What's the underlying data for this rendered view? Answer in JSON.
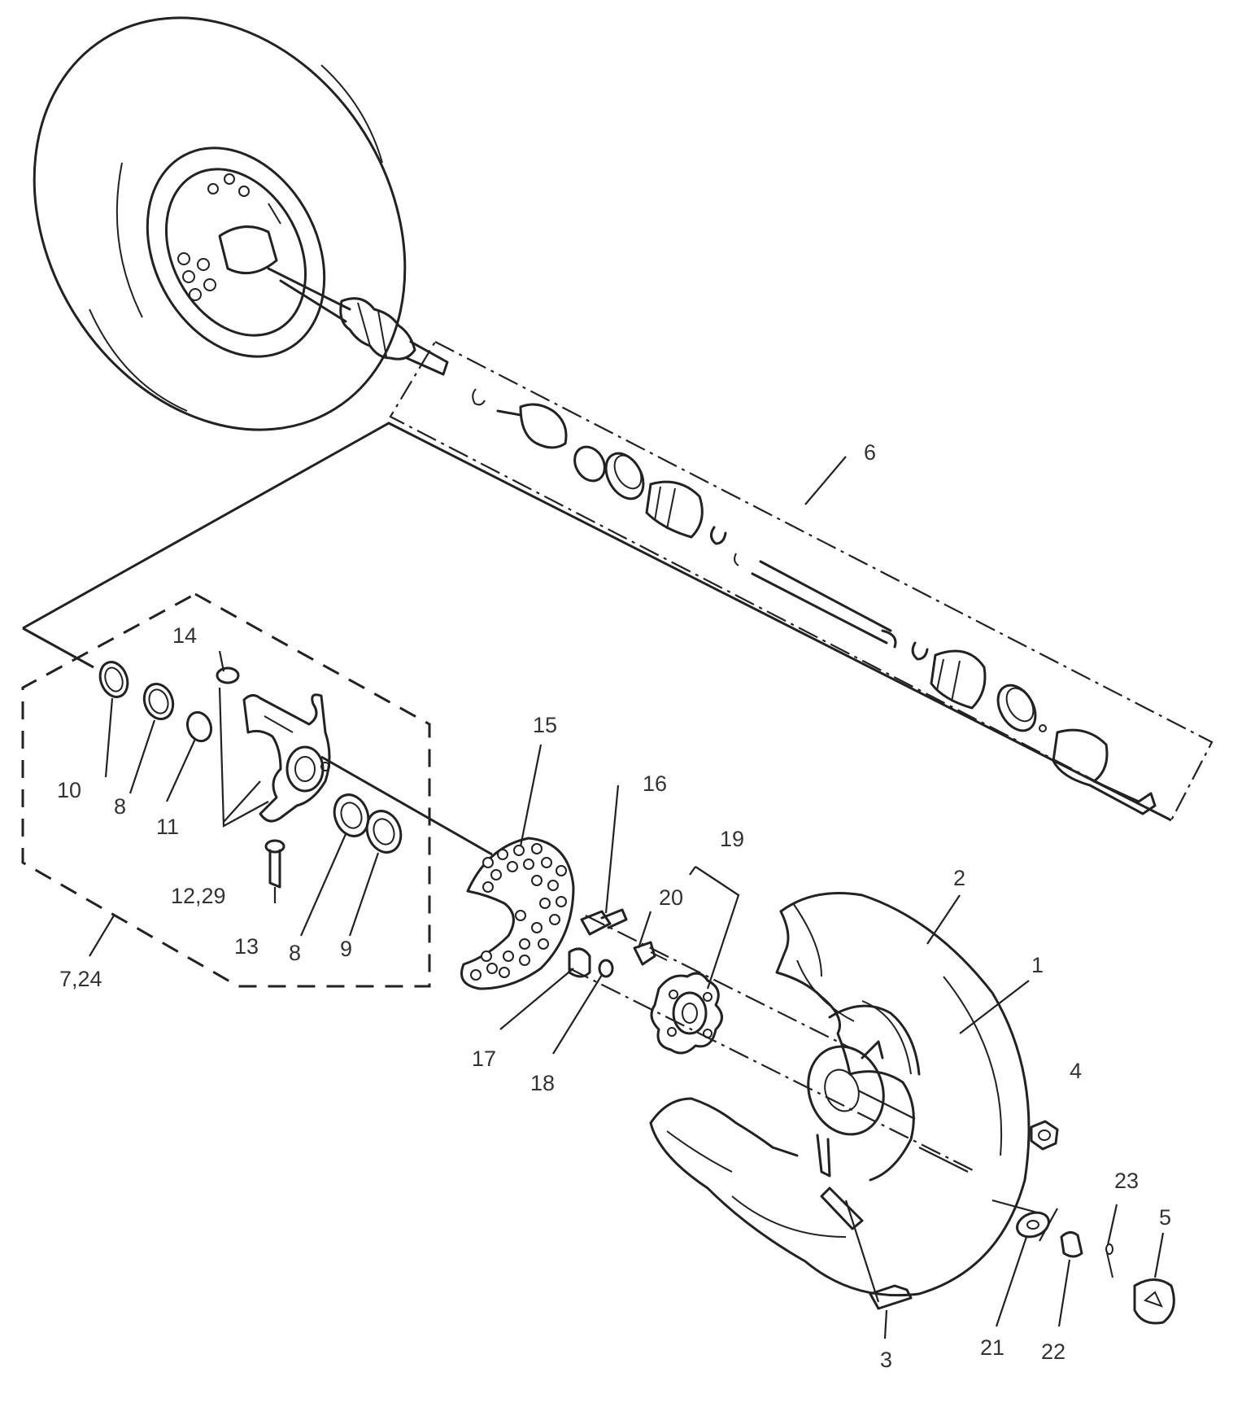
{
  "callouts": {
    "c1": "1",
    "c2": "2",
    "c3": "3",
    "c4": "4",
    "c5": "5",
    "c6": "6",
    "c7_24": "7,24",
    "c8a": "8",
    "c8b": "8",
    "c9": "9",
    "c10": "10",
    "c11": "11",
    "c12_29": "12,29",
    "c13": "13",
    "c14": "14",
    "c15": "15",
    "c16": "16",
    "c17": "17",
    "c18": "18",
    "c19": "19",
    "c20": "20",
    "c21": "21",
    "c22": "22",
    "c23": "23"
  }
}
